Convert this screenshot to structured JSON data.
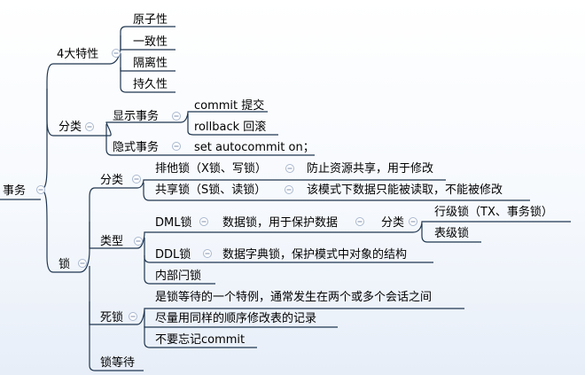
{
  "map": {
    "root": "事务",
    "properties": {
      "label": "4大特性",
      "items": [
        "原子性",
        "一致性",
        "隔离性",
        "持久性"
      ]
    },
    "categories": {
      "label": "分类",
      "explicit": {
        "label": "显示事务",
        "items": [
          "commit  提交",
          "rollback 回滚"
        ]
      },
      "implicit": {
        "label": "隐式事务",
        "item": "set autocommit on；"
      }
    },
    "locks": {
      "label": "锁",
      "classification": {
        "label": "分类",
        "exclusive": {
          "label": "排他锁（X锁、写锁）",
          "note": "防止资源共享，用于修改"
        },
        "shared": {
          "label": "共享锁（S锁、读锁）",
          "note": "该模式下数据只能被读取，不能被修改"
        }
      },
      "types": {
        "label": "类型",
        "dml": {
          "label": "DML锁",
          "note": "数据锁，用于保护数据",
          "sub_label": "分类",
          "items": [
            "行级锁（TX、事务锁）",
            "表级锁"
          ]
        },
        "ddl": {
          "label": "DDL锁",
          "note": "数据字典锁，保护模式中对象的结构"
        },
        "latch": {
          "label": "内部闩锁"
        }
      },
      "deadlock": {
        "label": "死锁",
        "items": [
          "是锁等待的一个特例，通常发生在两个或多个会话之间",
          "尽量用同样的顺序修改表的记录",
          "不要忘记commit"
        ]
      },
      "wait": {
        "label": "锁等待"
      }
    }
  }
}
